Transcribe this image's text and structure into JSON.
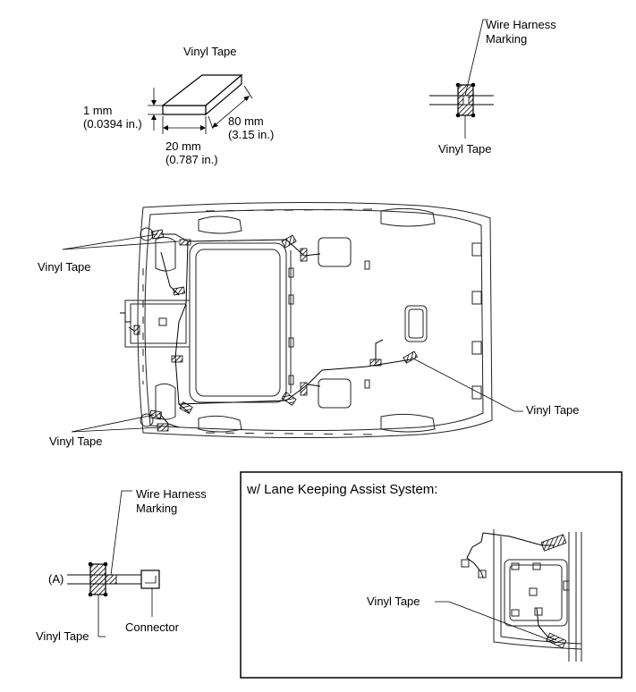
{
  "labels": {
    "vinyl_tape": "Vinyl Tape",
    "dim_thickness_mm": "1 mm",
    "dim_thickness_in": "(0.0394 in.)",
    "dim_width_mm": "20 mm",
    "dim_width_in": "(0.787 in.)",
    "dim_length_mm": "80 mm",
    "dim_length_in": "(3.15 in.)",
    "wire_harness_line1": "Wire Harness",
    "wire_harness_line2": "Marking",
    "point_a": "(A)",
    "connector": "Connector",
    "lane_keeping_title": "w/ Lane Keeping Assist System:"
  },
  "colors": {
    "line": "#000000",
    "hatch": "#000000",
    "background": "#ffffff"
  }
}
